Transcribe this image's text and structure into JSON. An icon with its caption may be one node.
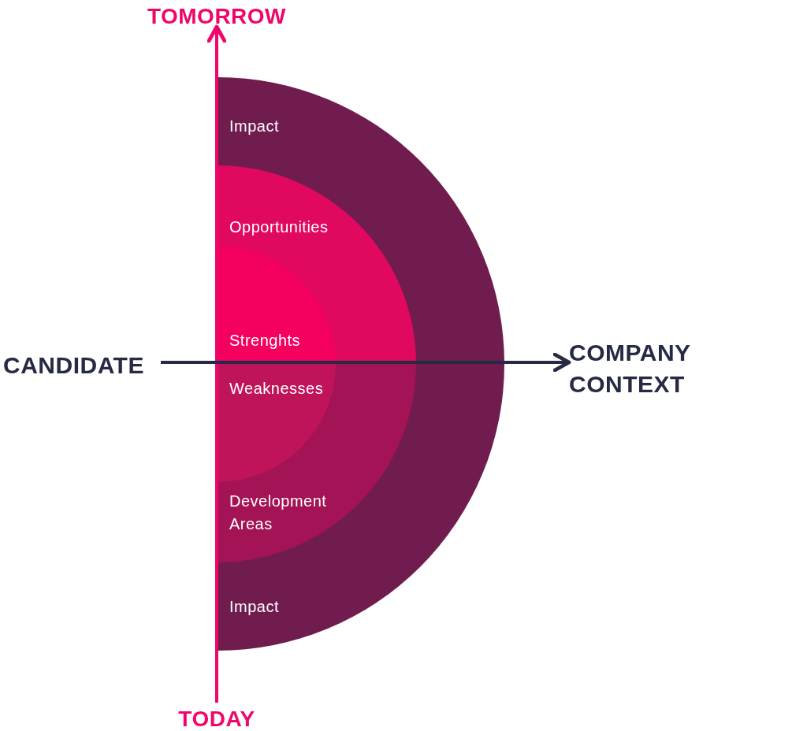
{
  "diagram": {
    "nodes": [
      {
        "text": [
          "Impact"
        ]
      },
      {
        "text": [
          "Opportunities"
        ],
        "in": 0
      },
      {
        "text": [
          "Strenghts"
        ],
        "in": 1
      },
      {
        "text": [
          "Impact"
        ]
      },
      {
        "text": [
          "Development Areas"
        ],
        "in": 3
      },
      {
        "text": [
          "Weaknesses"
        ],
        "in": 4
      },
      {
        "text": [
          "TOMORROW"
        ]
      },
      {
        "text": [
          "TODAY"
        ]
      },
      {
        "text": [
          "CANDIDATE"
        ]
      },
      {
        "text": [
          "COMPANY CONTEXT"
        ]
      }
    ],
    "edges": [
      {
        "from": 7,
        "to": 6,
        "arrow": "to",
        "color": "#f0066a"
      },
      {
        "from": 8,
        "to": 9,
        "arrow": "to",
        "color": "#272a44"
      }
    ]
  }
}
